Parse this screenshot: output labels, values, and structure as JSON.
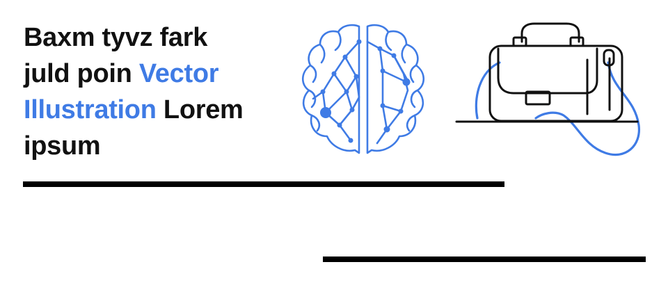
{
  "headline": {
    "line1": "Baxm tyvz fark",
    "line2_plain": "juld poin",
    "line2_accent": "Vector",
    "line3_accent": "Illustration",
    "line3_plain": "Lorem",
    "line4": "ipsum"
  },
  "colors": {
    "accent": "#3f7be5",
    "text": "#111111",
    "rule": "#000000",
    "background": "#ffffff"
  },
  "illustrations": {
    "left": "brain-network-icon",
    "right": "handbag-icon"
  }
}
